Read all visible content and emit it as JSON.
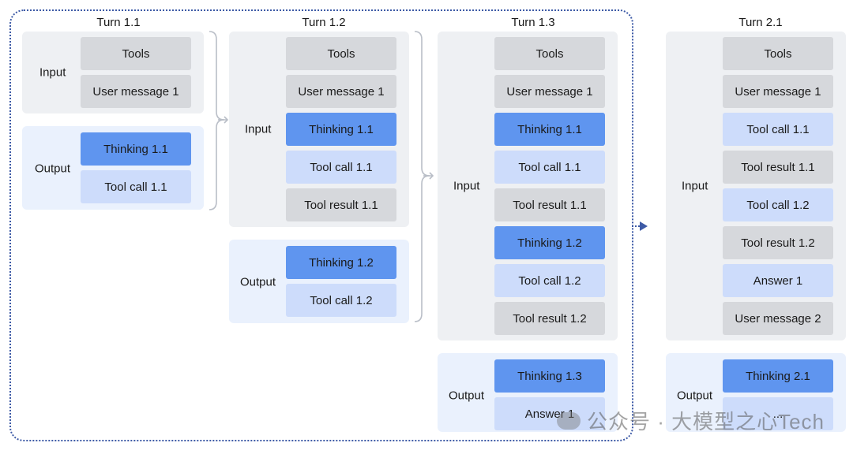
{
  "turns": [
    {
      "title": "Turn 1.1",
      "input": {
        "label": "Input",
        "blocks": [
          {
            "text": "Tools",
            "kind": "tools"
          },
          {
            "text": "User message 1",
            "kind": "user"
          }
        ]
      },
      "output": {
        "label": "Output",
        "blocks": [
          {
            "text": "Thinking 1.1",
            "kind": "thinking"
          },
          {
            "text": "Tool call 1.1",
            "kind": "call"
          }
        ]
      }
    },
    {
      "title": "Turn 1.2",
      "input": {
        "label": "Input",
        "blocks": [
          {
            "text": "Tools",
            "kind": "tools"
          },
          {
            "text": "User message 1",
            "kind": "user"
          },
          {
            "text": "Thinking 1.1",
            "kind": "thinking"
          },
          {
            "text": "Tool call 1.1",
            "kind": "call"
          },
          {
            "text": "Tool result 1.1",
            "kind": "result"
          }
        ]
      },
      "output": {
        "label": "Output",
        "blocks": [
          {
            "text": "Thinking 1.2",
            "kind": "thinking"
          },
          {
            "text": "Tool call 1.2",
            "kind": "call"
          }
        ]
      }
    },
    {
      "title": "Turn 1.3",
      "input": {
        "label": "Input",
        "blocks": [
          {
            "text": "Tools",
            "kind": "tools"
          },
          {
            "text": "User message 1",
            "kind": "user"
          },
          {
            "text": "Thinking 1.1",
            "kind": "thinking"
          },
          {
            "text": "Tool call 1.1",
            "kind": "call"
          },
          {
            "text": "Tool result 1.1",
            "kind": "result"
          },
          {
            "text": "Thinking 1.2",
            "kind": "thinking"
          },
          {
            "text": "Tool call 1.2",
            "kind": "call"
          },
          {
            "text": "Tool result 1.2",
            "kind": "result"
          }
        ]
      },
      "output": {
        "label": "Output",
        "blocks": [
          {
            "text": "Thinking 1.3",
            "kind": "thinking"
          },
          {
            "text": "Answer 1",
            "kind": "answer"
          }
        ]
      }
    },
    {
      "title": "Turn 2.1",
      "input": {
        "label": "Input",
        "blocks": [
          {
            "text": "Tools",
            "kind": "tools"
          },
          {
            "text": "User message 1",
            "kind": "user"
          },
          {
            "text": "Tool call 1.1",
            "kind": "call"
          },
          {
            "text": "Tool result 1.1",
            "kind": "result"
          },
          {
            "text": "Tool call 1.2",
            "kind": "call"
          },
          {
            "text": "Tool result 1.2",
            "kind": "result"
          },
          {
            "text": "Answer 1",
            "kind": "answer"
          },
          {
            "text": "User message 2",
            "kind": "user"
          }
        ]
      },
      "output": {
        "label": "Output",
        "blocks": [
          {
            "text": "Thinking 2.1",
            "kind": "thinking"
          },
          {
            "text": "...",
            "kind": "answer"
          }
        ]
      }
    }
  ],
  "colors": {
    "input_panel": "#eef0f3",
    "output_panel": "#eaf1fd",
    "grey_block": "#d6d8dc",
    "thinking_block": "#5f95ef",
    "light_blue_block": "#cddcfb",
    "dotted_frame": "#3d5aa6",
    "arrow": "#3d5aa6"
  },
  "watermark": {
    "text": "公众号 · 大模型之心Tech",
    "logo_icon": "wechat-logo-icon"
  }
}
